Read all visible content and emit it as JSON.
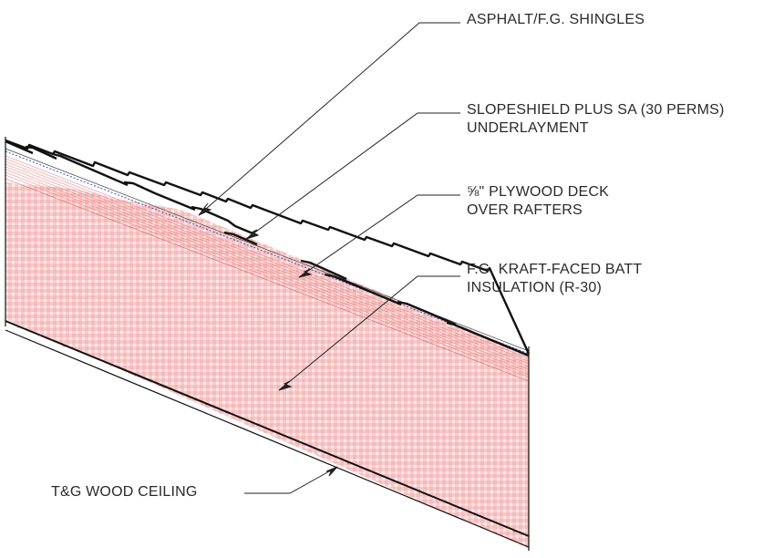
{
  "labels": {
    "shingles": "ASPHALT/F.G. SHINGLES",
    "underlayment_1": "SLOPESHIELD PLUS SA (30 PERMS)",
    "underlayment_2": "UNDERLAYMENT",
    "deck_fraction": "⅝",
    "deck_1_rest": "\" PLYWOOD DECK",
    "deck_2": "OVER RAFTERS",
    "insulation_1": "F.G. KRAFT-FACED BATT",
    "insulation_2": "INSULATION (R-30)",
    "ceiling": "T&G WOOD CEILING"
  },
  "colors": {
    "line": "#1a1a1a",
    "insulation_hatch": "#f08a8a",
    "deck_hatch": "#e06a6a",
    "underlayment_dash": "#3a55b5"
  }
}
